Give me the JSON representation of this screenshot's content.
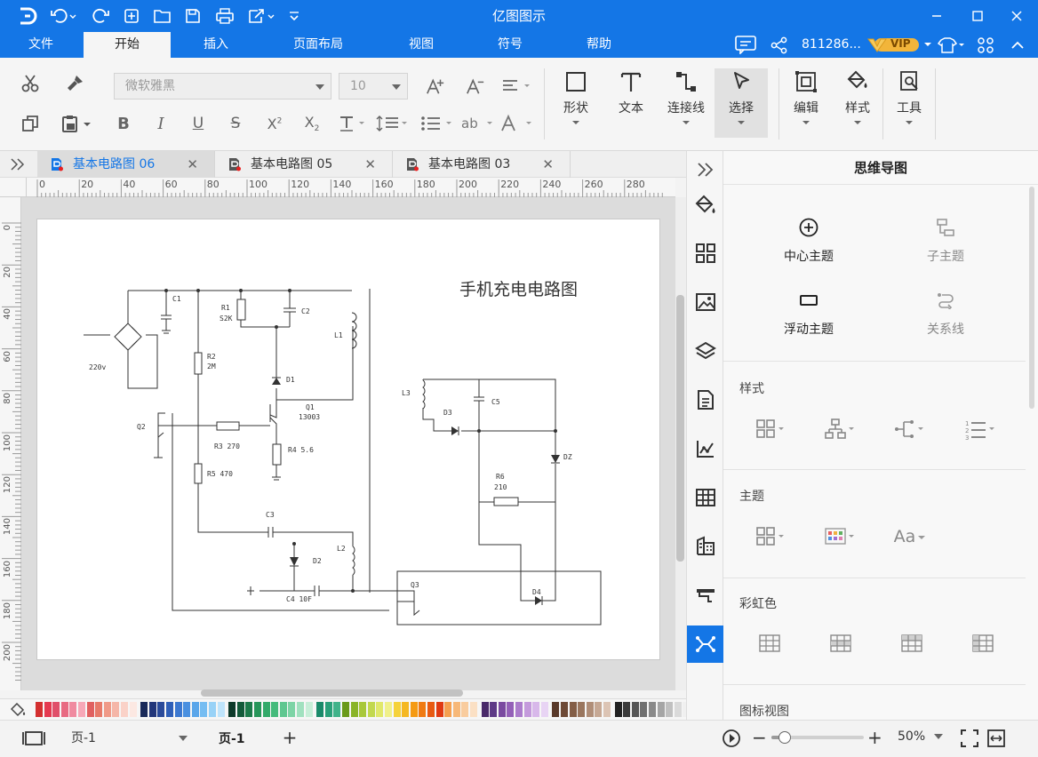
{
  "app": {
    "title": "亿图图示"
  },
  "menus": [
    "文件",
    "开始",
    "插入",
    "页面布局",
    "视图",
    "符号",
    "帮助"
  ],
  "account": {
    "user": "811286...",
    "vip": "VIP"
  },
  "ribbon": {
    "font_name": "微软雅黑",
    "font_size": "10",
    "big_buttons": [
      "形状",
      "文本",
      "连接线",
      "选择",
      "编辑",
      "样式",
      "工具"
    ]
  },
  "tabs": [
    {
      "label": "基本电路图 06",
      "active": true
    },
    {
      "label": "基本电路图 05",
      "active": false
    },
    {
      "label": "基本电路图 03",
      "active": false
    }
  ],
  "ruler": {
    "h": [
      "0",
      "20",
      "40",
      "60",
      "80",
      "100",
      "120",
      "140",
      "160",
      "180",
      "200",
      "220",
      "240",
      "260",
      "280"
    ],
    "v": [
      "0",
      "20",
      "40",
      "60",
      "80",
      "100",
      "120",
      "140",
      "160",
      "180",
      "200"
    ]
  },
  "diagram": {
    "title": "手机充电电路图",
    "labels": {
      "c1": "C1",
      "r1": "R1",
      "r1v": "S2K",
      "c2": "C2",
      "l1": "L1",
      "v220": "220v",
      "r2": "R2",
      "r2v": "2M",
      "d1": "D1",
      "q1": "Q1",
      "q1v": "13003",
      "q2": "Q2",
      "r3": "R3  270",
      "r4": "R4  5.6",
      "r5": "R5  470",
      "c3": "C3",
      "d2": "D2",
      "l2": "L2",
      "c4": "C4  10F",
      "q3": "Q3",
      "l3": "L3",
      "c5": "C5",
      "d3": "D3",
      "dz": "DZ",
      "r6": "R6",
      "r6v": "210",
      "d4": "D4"
    }
  },
  "panel": {
    "title": "思维导图",
    "topics": [
      {
        "label": "中心主题",
        "enabled": true
      },
      {
        "label": "子主题",
        "enabled": false
      },
      {
        "label": "浮动主题",
        "enabled": true
      },
      {
        "label": "关系线",
        "enabled": false
      }
    ],
    "sections": [
      "样式",
      "主题",
      "彩虹色",
      "图标视图"
    ],
    "font_sample": "Aa"
  },
  "status": {
    "page_dropdown": "页-1",
    "page_tab": "页-1",
    "zoom": "50%"
  },
  "palette": [
    "#d32f2f",
    "#e53950",
    "#e0506a",
    "#e86a82",
    "#f08aa0",
    "#f7a8b8",
    "#e06060",
    "#e77a6a",
    "#f09a88",
    "#f5b6a8",
    "#fad2c8",
    "#fce8e2",
    "#1a2a5a",
    "#22367a",
    "#2a4a9a",
    "#2f5fb8",
    "#3c78d0",
    "#4a90e0",
    "#5aa6ea",
    "#76bdf2",
    "#98d2f7",
    "#bfe4fb",
    "#0d3a2a",
    "#135a3a",
    "#1c7a4a",
    "#27965a",
    "#33aa6a",
    "#45bb7c",
    "#5fc790",
    "#7dd4a6",
    "#a0e1bf",
    "#c7eed8",
    "#1a8a6a",
    "#2aa07a",
    "#40b38a",
    "#6a9a1a",
    "#8ab428",
    "#a8c83a",
    "#c2d84e",
    "#e0e86a",
    "#f0f08a",
    "#f5d23a",
    "#f5b822",
    "#f59a12",
    "#f07a12",
    "#e85a12",
    "#e03a12",
    "#f5a050",
    "#f7b878",
    "#f9cc9e",
    "#fbe0c4",
    "#4a2a6a",
    "#5e3a86",
    "#7a4aa0",
    "#9460b8",
    "#ac7ccc",
    "#c49adc",
    "#d8b8ea",
    "#e8d4f4",
    "#5a3a2a",
    "#6e4a36",
    "#845e46",
    "#9a765e",
    "#b08e78",
    "#c6a894",
    "#dcc4b4",
    "#222222",
    "#3a3a3a",
    "#555555",
    "#707070",
    "#8a8a8a",
    "#a5a5a5",
    "#c0c0c0",
    "#dadada",
    "#f0f0f0"
  ]
}
